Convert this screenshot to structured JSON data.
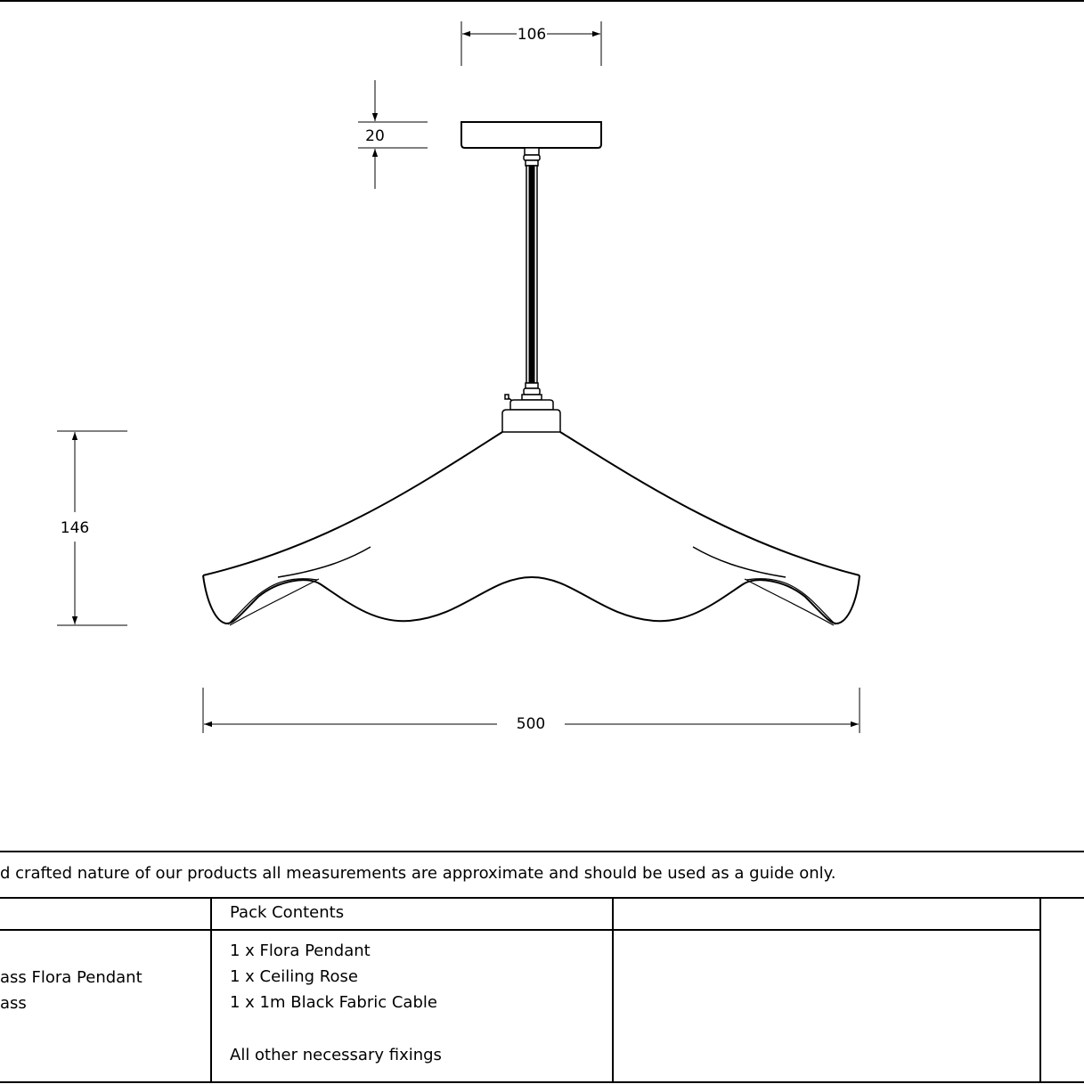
{
  "dimensions": {
    "ceiling_rose_width": "106",
    "ceiling_rose_height": "20",
    "shade_height": "146",
    "shade_width": "500"
  },
  "note": "d crafted nature of our products all measurements are approximate and should be used as a guide only.",
  "table": {
    "headers": [
      "",
      "Pack Contents",
      ""
    ],
    "product_lines": [
      "ass Flora Pendant",
      "ass"
    ],
    "pack_contents": [
      "1 x Flora Pendant",
      "1 x Ceiling Rose",
      "1 x 1m Black Fabric Cable",
      "",
      "All other necessary fixings"
    ]
  }
}
